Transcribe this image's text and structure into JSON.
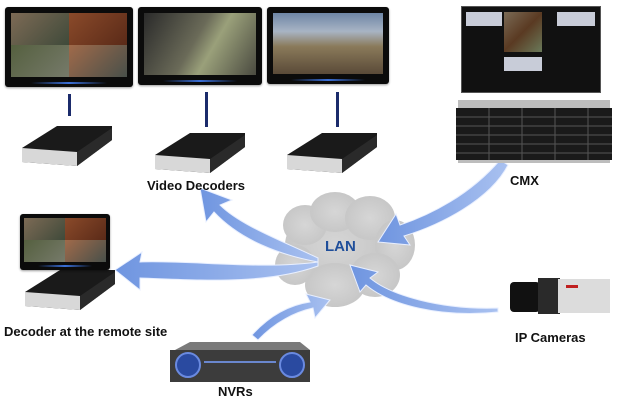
{
  "diagram": {
    "title": "Video surveillance network topology",
    "hub": {
      "label": "LAN",
      "color": "#1f4e9a"
    },
    "arrow_color": "#6f95e0",
    "nodes": {
      "video_decoders": {
        "label": "Video Decoders",
        "count": 3
      },
      "cmx": {
        "label": "CMX"
      },
      "remote_decoder": {
        "label": "Decoder at the remote site"
      },
      "nvrs": {
        "label": "NVRs"
      },
      "ip_cameras": {
        "label": "IP Cameras"
      }
    },
    "connections": [
      {
        "from": "LAN",
        "to": "Video Decoders"
      },
      {
        "from": "LAN",
        "to": "Decoder at the remote site"
      },
      {
        "from": "CMX",
        "to": "LAN"
      },
      {
        "from": "IP Cameras",
        "to": "LAN"
      },
      {
        "from": "NVRs",
        "to": "LAN"
      }
    ]
  }
}
